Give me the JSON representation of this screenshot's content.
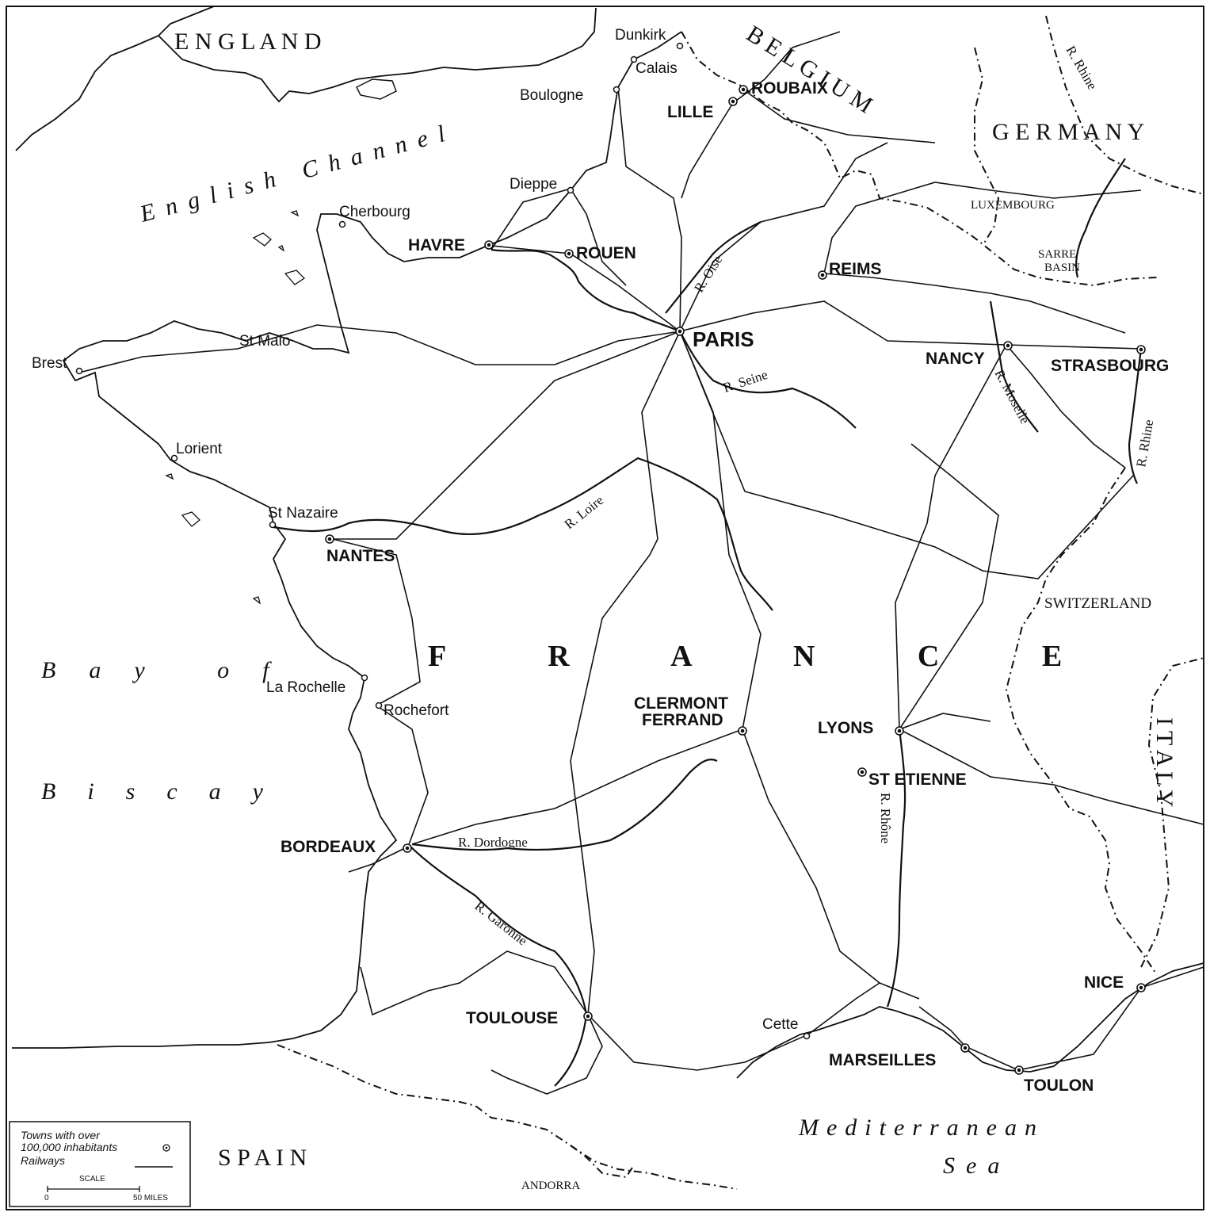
{
  "countries": {
    "england": "E N G L A N D",
    "belgium": "B E L G I U M",
    "germany": "G E R M A N Y",
    "luxembourg": "LUXEMBOURG",
    "sarre_line1": "SARRE",
    "sarre_line2": "BASIN",
    "switzerland": "SWITZERLAND",
    "italy": "I T A L Y",
    "spain": "S P A I N",
    "andorra": "ANDORRA",
    "france": "F R A N C E"
  },
  "seas": {
    "english_channel": "English Channel",
    "bay_line1": "Bay of",
    "bay_line2": "Biscay",
    "med_line1": "Mediterranean",
    "med_line2": "Sea"
  },
  "rivers": {
    "rhine_north": "R. Rhine",
    "rhine_east": "R. Rhine",
    "oise": "R. Oise",
    "seine": "R. Seine",
    "moselle": "R. Moselle",
    "loire": "R. Loire",
    "rhone": "R. Rhône",
    "dordogne": "R. Dordogne",
    "garonne": "R. Garonne"
  },
  "major_towns": [
    "PARIS",
    "LILLE",
    "ROUBAIX",
    "HAVRE",
    "ROUEN",
    "REIMS",
    "NANCY",
    "STRASBOURG",
    "NANTES",
    "CLERMONT FERRAND",
    "LYONS",
    "ST ETIENNE",
    "BORDEAUX",
    "TOULOUSE",
    "MARSEILLES",
    "TOULON",
    "NICE"
  ],
  "towns": {
    "dunkirk": "Dunkirk",
    "calais": "Calais",
    "boulogne": "Boulogne",
    "dieppe": "Dieppe",
    "cherbourg": "Cherbourg",
    "st_malo": "St Malo",
    "brest": "Brest",
    "lorient": "Lorient",
    "st_nazaire": "St Nazaire",
    "la_rochelle": "La Rochelle",
    "rochefort": "Rochefort",
    "cette": "Cette"
  },
  "labels": {
    "paris": "PARIS",
    "lille": "LILLE",
    "roubaix": "ROUBAIX",
    "havre": "HAVRE",
    "rouen": "ROUEN",
    "reims": "REIMS",
    "nancy": "NANCY",
    "strasbourg": "STRASBOURG",
    "nantes": "NANTES",
    "clermont_line1": "CLERMONT",
    "clermont_line2": "FERRAND",
    "lyons": "LYONS",
    "st_etienne": "ST ETIENNE",
    "bordeaux": "BORDEAUX",
    "toulouse": "TOULOUSE",
    "marseilles": "MARSEILLES",
    "toulon": "TOULON",
    "nice": "NICE"
  },
  "legend": {
    "towns_line1": "Towns with over",
    "towns_line2": "100,000 inhabitants",
    "railways": "Railways",
    "scale": "SCALE",
    "scale_zero": "0",
    "scale_end": "50 MILES"
  },
  "colors": {
    "ink": "#111111",
    "paper": "#ffffff"
  }
}
